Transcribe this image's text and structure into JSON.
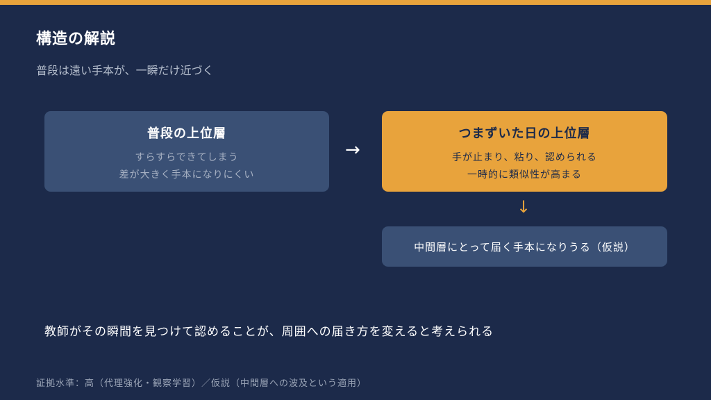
{
  "slide": {
    "title": "構造の解説",
    "subtitle": "普段は遠い手本が、一瞬だけ近づく"
  },
  "diagram": {
    "left_box": {
      "heading": "普段の上位層",
      "lines": [
        "すらすらできてしまう",
        "差が大きく手本になりにくい"
      ]
    },
    "right_box": {
      "heading": "つまずいた日の上位層",
      "lines": [
        "手が止まり、粘り、認められる",
        "一時的に類似性が高まる"
      ]
    },
    "bottom_box": {
      "text": "中間層にとって届く手本になりうる（仮説）"
    },
    "arrow_right": "→",
    "arrow_down": "↓"
  },
  "conclusion": "教師がその瞬間を見つけて認めることが、周囲への届き方を変えると考えられる",
  "footer": "証拠水準：高（代理強化・観察学習）／仮説（中間層への波及という適用）",
  "colors": {
    "background": "#1c2a4a",
    "accent": "#e8a33c",
    "box_muted": "#3a5075"
  }
}
